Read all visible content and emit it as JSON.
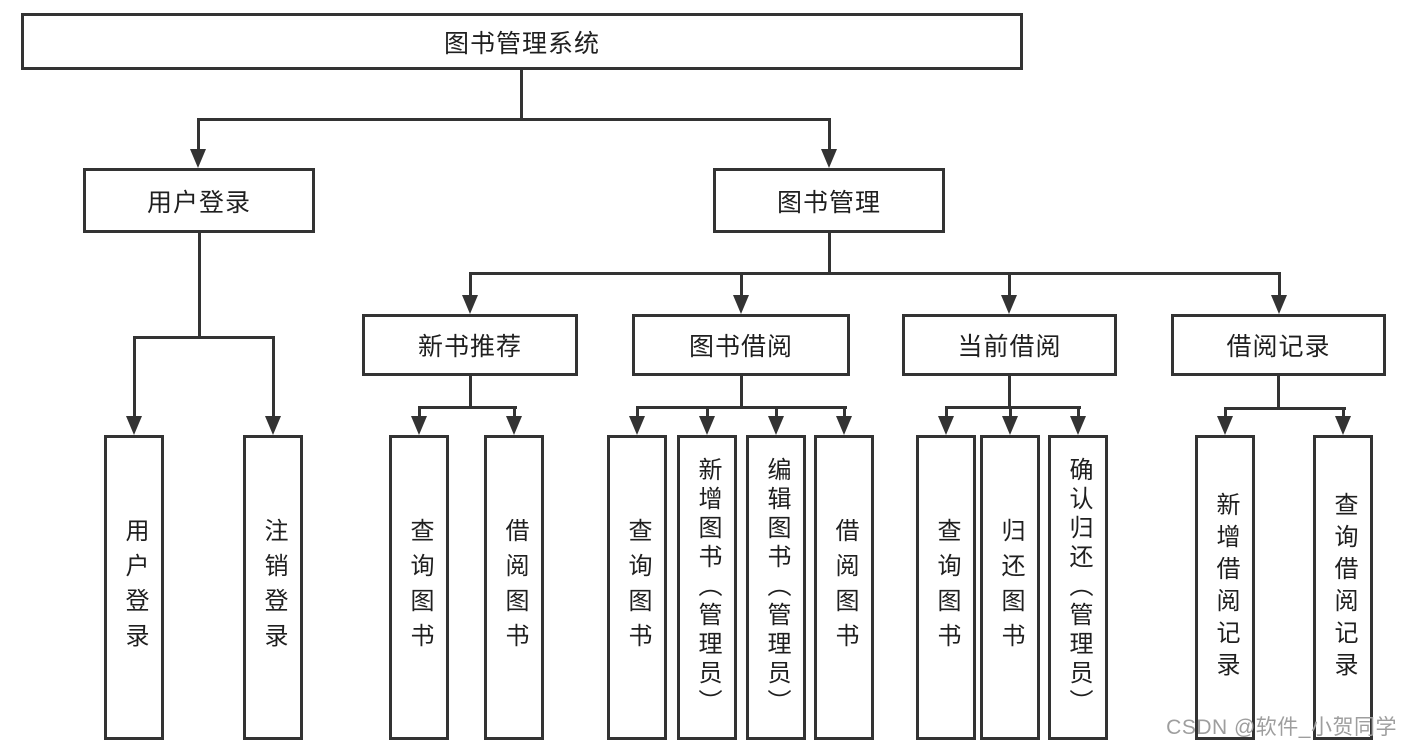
{
  "diagram": {
    "type": "hierarchy-tree",
    "colors": {
      "line": "#333333",
      "box_border": "#333333",
      "text": "#1f1f1f",
      "background": "#ffffff",
      "watermark": "#9e9e9e"
    },
    "nodes": {
      "root": {
        "label": "图书管理系统"
      },
      "user_login": {
        "label": "用户登录"
      },
      "book_mgmt": {
        "label": "图书管理"
      },
      "new_rec": {
        "label": "新书推荐"
      },
      "book_borrow": {
        "label": "图书借阅"
      },
      "current_borrow": {
        "label": "当前借阅"
      },
      "records": {
        "label": "借阅记录"
      },
      "leaf_user_login": {
        "label": "用户登录"
      },
      "leaf_logout": {
        "label": "注销登录"
      },
      "leaf_nr_query": {
        "label": "查询图书"
      },
      "leaf_nr_borrow": {
        "label": "借阅图书"
      },
      "leaf_bb_query": {
        "label": "查询图书"
      },
      "leaf_bb_add": {
        "label": "新增图书（管理员）"
      },
      "leaf_bb_edit": {
        "label": "编辑图书（管理员）"
      },
      "leaf_bb_borrow": {
        "label": "借阅图书"
      },
      "leaf_cb_query": {
        "label": "查询图书"
      },
      "leaf_cb_return": {
        "label": "归还图书"
      },
      "leaf_cb_confirm": {
        "label": "确认归还（管理员）"
      },
      "leaf_br_add": {
        "label": "新增借阅记录"
      },
      "leaf_br_query": {
        "label": "查询借阅记录"
      }
    },
    "edges": [
      {
        "from": "root",
        "to": [
          "user_login",
          "book_mgmt"
        ]
      },
      {
        "from": "user_login",
        "to": [
          "leaf_user_login",
          "leaf_logout"
        ]
      },
      {
        "from": "book_mgmt",
        "to": [
          "new_rec",
          "book_borrow",
          "current_borrow",
          "records"
        ]
      },
      {
        "from": "new_rec",
        "to": [
          "leaf_nr_query",
          "leaf_nr_borrow"
        ]
      },
      {
        "from": "book_borrow",
        "to": [
          "leaf_bb_query",
          "leaf_bb_add",
          "leaf_bb_edit",
          "leaf_bb_borrow"
        ]
      },
      {
        "from": "current_borrow",
        "to": [
          "leaf_cb_query",
          "leaf_cb_return",
          "leaf_cb_confirm"
        ]
      },
      {
        "from": "records",
        "to": [
          "leaf_br_add",
          "leaf_br_query"
        ]
      }
    ],
    "watermark": "CSDN @软件_小贺同学"
  }
}
